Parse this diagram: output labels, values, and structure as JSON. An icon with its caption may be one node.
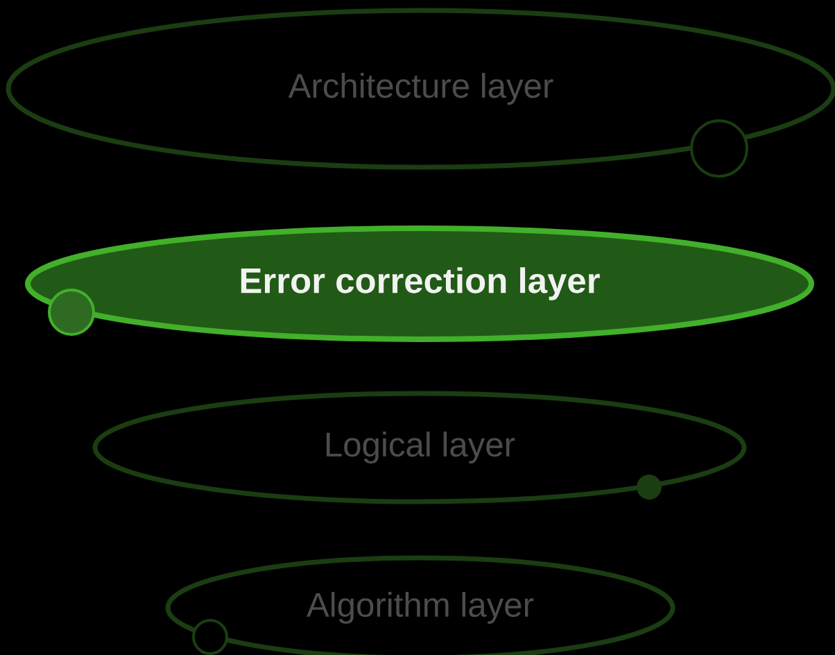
{
  "diagram": {
    "nodes": [
      {
        "text": [
          "Architecture layer"
        ]
      },
      {
        "text": [
          "Error correction layer"
        ]
      },
      {
        "text": [
          "Logical layer"
        ]
      },
      {
        "text": [
          "Algorithm layer"
        ]
      },
      {
        "text": [],
        "shape": "circle"
      },
      {
        "text": [],
        "shape": "circle"
      },
      {
        "text": [],
        "shape": "circle"
      },
      {
        "text": [],
        "shape": "circle"
      }
    ]
  }
}
